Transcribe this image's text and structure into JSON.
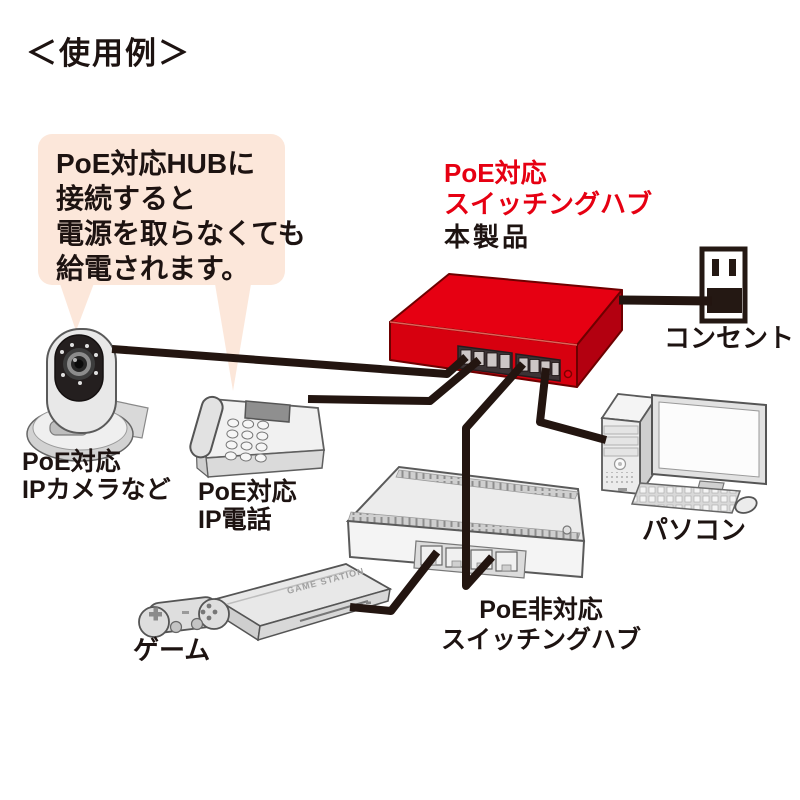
{
  "title": "＜使用例＞",
  "callout": {
    "line1": "PoE対応HUBに",
    "line2": "接続すると",
    "line3": "電源を取らなくても",
    "line4": "給電されます。"
  },
  "product": {
    "red_line1": "PoE対応",
    "red_line2": "スイッチングハブ",
    "name": "本製品"
  },
  "labels": {
    "camera_line1": "PoE対応",
    "camera_line2": "IPカメラなど",
    "phone_line1": "PoE対応",
    "phone_line2": "IP電話",
    "outlet": "コンセント",
    "pc": "パソコン",
    "game": "ゲーム",
    "hub2_line1": "PoE非対応",
    "hub2_line2": "スイッチングハブ",
    "console_brand": "GAME STATION"
  },
  "colors": {
    "accent_red": "#e60012",
    "product_front_red": "#d7000f",
    "product_side_red": "#b30010",
    "callout_bg": "#fce7da",
    "cable": "#231510",
    "text": "#1d1311"
  }
}
